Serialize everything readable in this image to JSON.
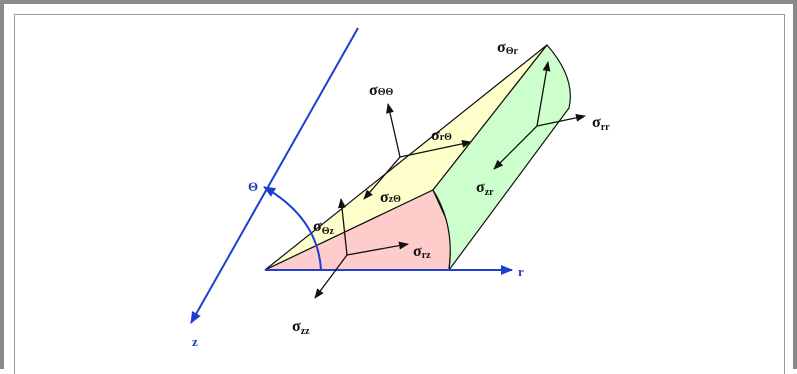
{
  "axes": {
    "z_label": "z",
    "r_label": "r",
    "theta_label": "Θ"
  },
  "stresses": [
    {
      "id": "theta-theta",
      "symbol": "σ",
      "sub": "ΘΘ"
    },
    {
      "id": "theta-r",
      "symbol": "σ",
      "sub": "Θr"
    },
    {
      "id": "r-theta",
      "symbol": "σ",
      "sub": "rΘ"
    },
    {
      "id": "rr",
      "symbol": "σ",
      "sub": "rr"
    },
    {
      "id": "z-theta",
      "symbol": "σ",
      "sub": "zΘ"
    },
    {
      "id": "zr",
      "symbol": "σ",
      "sub": "zr"
    },
    {
      "id": "theta-z",
      "symbol": "σ",
      "sub": "Θz"
    },
    {
      "id": "rz",
      "symbol": "σ",
      "sub": "rz"
    },
    {
      "id": "zz",
      "symbol": "σ",
      "sub": "zz"
    }
  ],
  "colors": {
    "yellow_face": "#ffffcc",
    "pink_face": "#ffcccc",
    "green_face": "#ccffcc",
    "axis_blue": "#1f3fd0"
  }
}
